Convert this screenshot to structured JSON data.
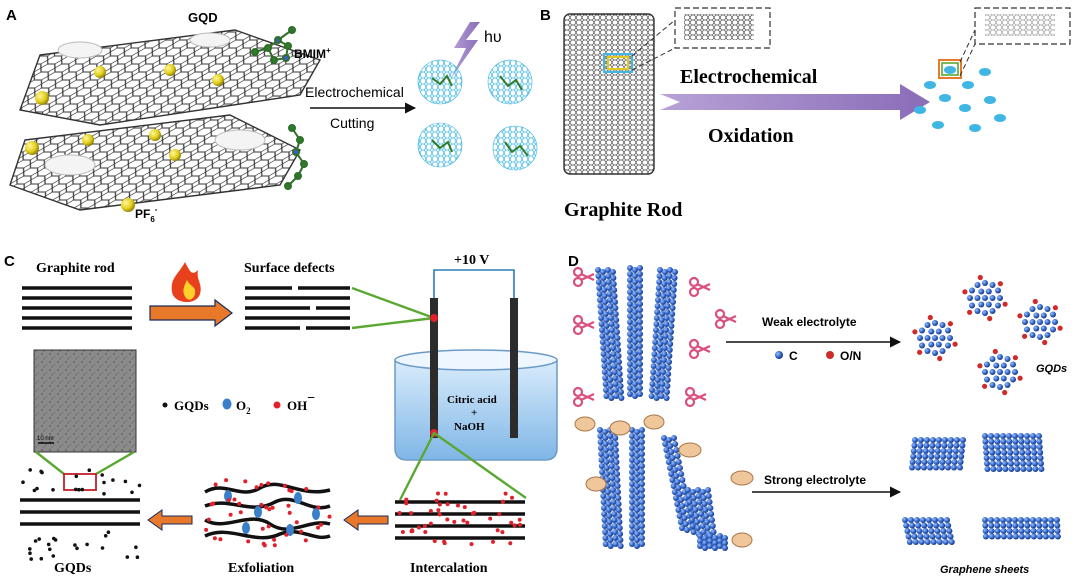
{
  "panelA": {
    "letter": "A",
    "gqd": "GQD",
    "bmim_text": "BMIM",
    "bmim_sup": "+",
    "hv": "hυ",
    "arrow_line1": "Electrochemical",
    "arrow_line2": "Cutting",
    "pf6_text": "PF",
    "pf6_sub": "6",
    "pf6_sup": "-"
  },
  "panelB": {
    "letter": "B",
    "arrow_line1": "Electrochemical",
    "arrow_line2": "Oxidation",
    "rod_label": "Graphite Rod"
  },
  "panelC": {
    "letter": "C",
    "graphite_rod": "Graphite rod",
    "surface_defects": "Surface defects",
    "voltage": "+10 V",
    "beaker_line1": "Citric acid",
    "beaker_line2": "+",
    "beaker_line3": "NaOH",
    "scale_bar": "10 nm",
    "legend_gqds": "GQDs",
    "legend_o2_text": "O",
    "legend_o2_sub": "2",
    "legend_oh_text": "OH",
    "legend_oh_sup": "−",
    "step_gqds": "GQDs",
    "step_exfoliation": "Exfoliation",
    "step_intercalation": "Intercalation"
  },
  "panelD": {
    "letter": "D",
    "weak_electrolyte": "Weak electrolyte",
    "legend_c": "C",
    "legend_on": "O/N",
    "gqds": "GQDs",
    "strong_electrolyte": "Strong electrolyte",
    "graphene_sheets": "Graphene sheets"
  },
  "colors": {
    "graphene_line": "#333333",
    "cyan_dot": "#3fb6e3",
    "purple_arrow": "#9a7fc0",
    "orange_arrow": "#e8792b",
    "green_line": "#5aa832",
    "red_dot": "#e0202a",
    "blue_dot": "#3a6fc8",
    "navy": "#1a2a5a"
  }
}
